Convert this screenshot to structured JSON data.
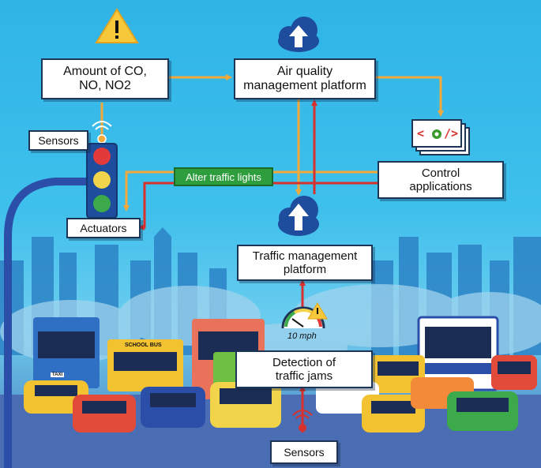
{
  "boxes": {
    "emissions": "Amount of CO,\nNO, NO2",
    "air_quality": "Air quality\nmanagement platform",
    "sensors_top": "Sensors",
    "control_apps": "Control\napplications",
    "actuators": "Actuators",
    "traffic_mgmt": "Traffic management\nplatform",
    "detection": "Detection of\ntraffic jams",
    "sensors_bottom": "Sensors"
  },
  "labels": {
    "alter_lights": "Alter traffic lights",
    "speed": "10 mph",
    "school_bus": "SCHOOL BUS",
    "taxi": "TAXI",
    "code_left": "<",
    "code_right": "/>"
  },
  "colors": {
    "sky": "#3fc0ec",
    "arrow_orange": "#f2a93b",
    "arrow_red": "#d8312c",
    "label_green": "#2e9d3e",
    "warning_yellow": "#f6c83a",
    "box_border": "#1c3556"
  },
  "icons": [
    "warning-icon",
    "cloud-upload-icon",
    "traffic-light-icon",
    "code-window-icon",
    "speedometer-icon",
    "sensor-signal-icon"
  ]
}
